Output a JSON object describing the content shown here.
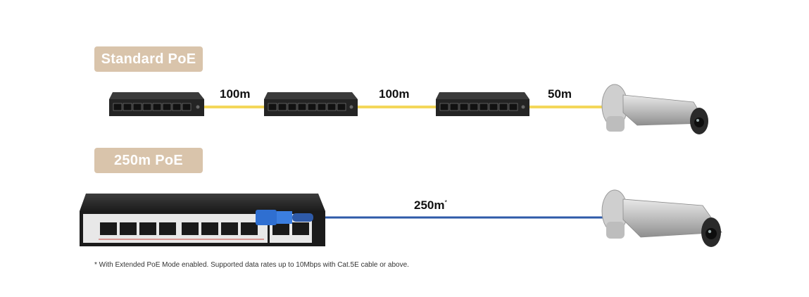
{
  "labels": {
    "standard": "Standard PoE",
    "extended": "250m PoE"
  },
  "distances": {
    "d1": "100m",
    "d2": "100m",
    "d3": "50m",
    "d4": "250m",
    "d4_mark": "*"
  },
  "footnote": "* With Extended PoE Mode enabled. Supported data rates up to 10Mbps with Cat.5E cable or above.",
  "colors": {
    "pill_bg": "#d9c4ab",
    "cable_yellow": "#f4d75a",
    "cable_blue": "#2e5aa8",
    "switch_body": "#2a2a2a"
  },
  "icons": [
    "network-switch-icon",
    "ip-camera-icon",
    "ethernet-plug-icon"
  ]
}
